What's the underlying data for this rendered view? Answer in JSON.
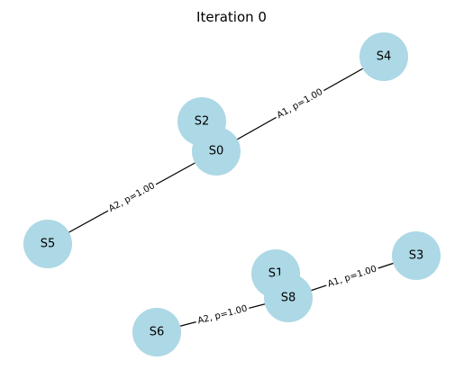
{
  "title": "Iteration 0",
  "colors": {
    "node_fill": "#add8e6",
    "edge": "#000000",
    "label_bg": "#ffffff"
  },
  "nodes": [
    {
      "id": "S0",
      "label": "S0"
    },
    {
      "id": "S1",
      "label": "S1"
    },
    {
      "id": "S2",
      "label": "S2"
    },
    {
      "id": "S3",
      "label": "S3"
    },
    {
      "id": "S4",
      "label": "S4"
    },
    {
      "id": "S5",
      "label": "S5"
    },
    {
      "id": "S6",
      "label": "S6"
    },
    {
      "id": "S8",
      "label": "S8"
    }
  ],
  "edges": [
    {
      "from": "S0",
      "to": "S4",
      "label": "A1, p=1.00"
    },
    {
      "from": "S5",
      "to": "S0",
      "label": "A2, p=1.00"
    },
    {
      "from": "S8",
      "to": "S3",
      "label": "A1, p=1.00"
    },
    {
      "from": "S6",
      "to": "S8",
      "label": "A2, p=1.00"
    }
  ]
}
